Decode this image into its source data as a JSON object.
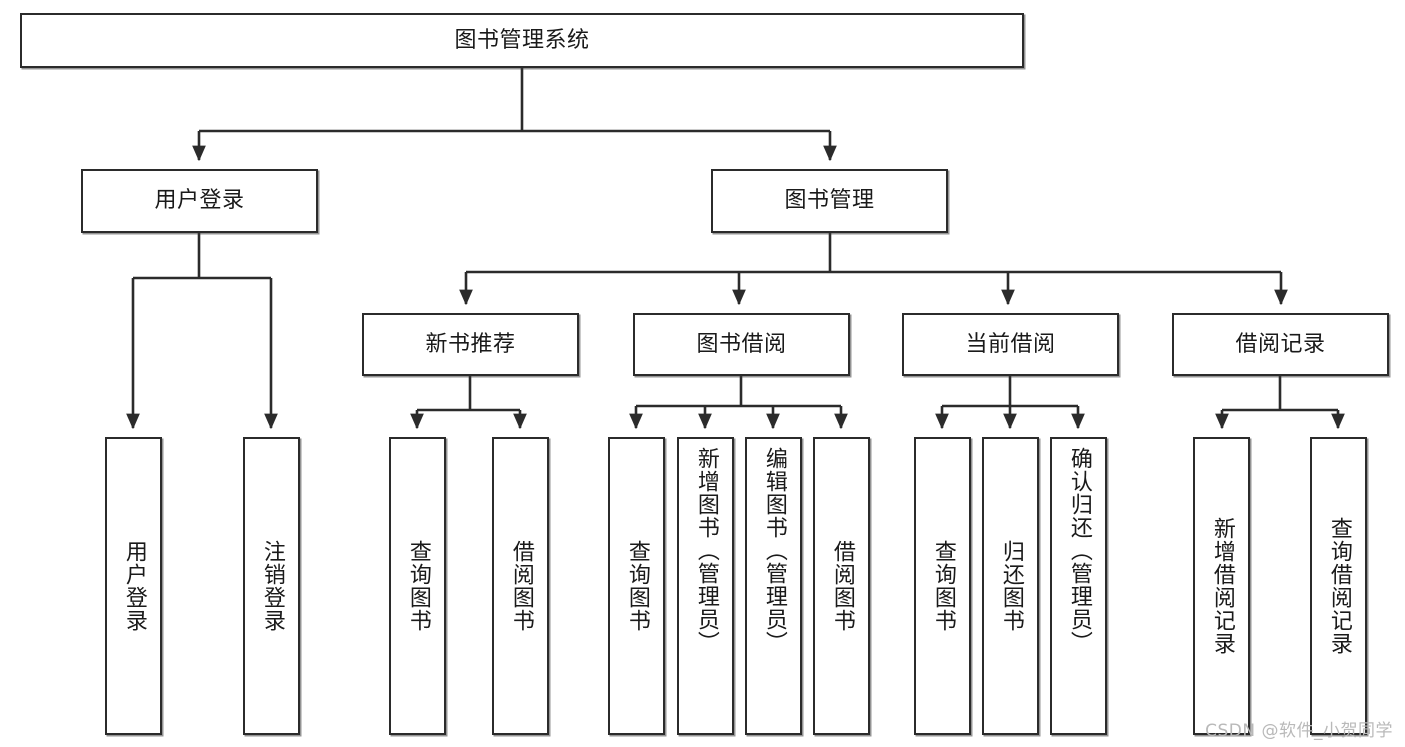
{
  "diagram": {
    "type": "tree-hierarchy-diagram",
    "title": "图书管理系统",
    "watermark": "CSDN @软件_小贺同学",
    "colors": {
      "box_border": "#2b2b2b",
      "box_fill": "#ffffff",
      "connector": "#2b2b2b",
      "text": "#1a1a1a",
      "watermark": "#b9b9b9",
      "background": "#ffffff"
    },
    "nodes": {
      "root": {
        "label": "图书管理系统",
        "level": 0,
        "orientation": "horizontal"
      },
      "level1": [
        {
          "id": "user-login",
          "label": "用户登录",
          "orientation": "horizontal"
        },
        {
          "id": "book-manage",
          "label": "图书管理",
          "orientation": "horizontal"
        }
      ],
      "level2": [
        {
          "id": "new-book-recommend",
          "label": "新书推荐",
          "orientation": "horizontal"
        },
        {
          "id": "book-borrow",
          "label": "图书借阅",
          "orientation": "horizontal"
        },
        {
          "id": "current-borrow",
          "label": "当前借阅",
          "orientation": "horizontal"
        },
        {
          "id": "borrow-record",
          "label": "借阅记录",
          "orientation": "horizontal"
        }
      ],
      "leaves": {
        "user-login": [
          {
            "id": "leaf-user-login",
            "label": "用户登录",
            "orientation": "vertical"
          },
          {
            "id": "leaf-logout",
            "label": "注销登录",
            "orientation": "vertical"
          }
        ],
        "new-book-recommend": [
          {
            "id": "leaf-query-book-1",
            "label": "查询图书",
            "orientation": "vertical"
          },
          {
            "id": "leaf-borrow-book-1",
            "label": "借阅图书",
            "orientation": "vertical"
          }
        ],
        "book-borrow": [
          {
            "id": "leaf-query-book-2",
            "label": "查询图书",
            "orientation": "vertical"
          },
          {
            "id": "leaf-add-book",
            "label": "新增图书（管理员）",
            "orientation": "vertical"
          },
          {
            "id": "leaf-edit-book",
            "label": "编辑图书（管理员）",
            "orientation": "vertical"
          },
          {
            "id": "leaf-borrow-book-2",
            "label": "借阅图书",
            "orientation": "vertical"
          }
        ],
        "current-borrow": [
          {
            "id": "leaf-query-book-3",
            "label": "查询图书",
            "orientation": "vertical"
          },
          {
            "id": "leaf-return-book",
            "label": "归还图书",
            "orientation": "vertical"
          },
          {
            "id": "leaf-confirm-return",
            "label": "确认归还（管理员）",
            "orientation": "vertical"
          }
        ],
        "borrow-record": [
          {
            "id": "leaf-add-record",
            "label": "新增借阅记录",
            "orientation": "vertical"
          },
          {
            "id": "leaf-query-record",
            "label": "查询借阅记录",
            "orientation": "vertical"
          }
        ]
      }
    }
  }
}
